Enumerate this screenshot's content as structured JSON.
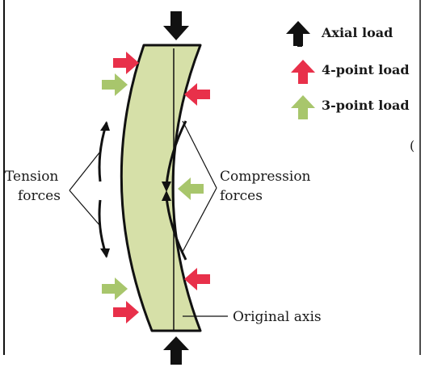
{
  "legend": {
    "axial": {
      "label": "Axial load",
      "color": "#111111",
      "icon": "black-arrow-icon"
    },
    "four_point": {
      "label": "4-point load",
      "color": "#e8304a",
      "icon": "red-arrow-icon"
    },
    "three_point": {
      "label": "3-point load",
      "color": "#a8c66c",
      "icon": "green-arrow-icon"
    }
  },
  "labels": {
    "tension_line1": "Tension",
    "tension_line2": "forces",
    "compression_line1": "Compression",
    "compression_line2": "forces",
    "original_axis": "Original axis"
  },
  "colors": {
    "bone_fill": "#d6e0a8",
    "outline": "#111111",
    "red_arrow": "#e8304a",
    "green_arrow": "#a8c66c",
    "black_arrow": "#111111"
  }
}
